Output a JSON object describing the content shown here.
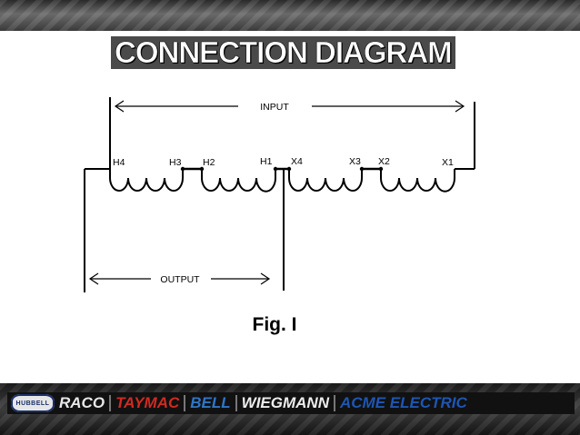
{
  "slide": {
    "title": "CONNECTION DIAGRAM"
  },
  "diagram": {
    "input_label": "INPUT",
    "output_label": "OUTPUT",
    "figure_caption": "Fig. I",
    "terminals": {
      "h4": "H4",
      "h3": "H3",
      "h2": "H2",
      "h1": "H1",
      "x4": "X4",
      "x3": "X3",
      "x2": "X2",
      "x1": "X1"
    }
  },
  "footer": {
    "hubbell_logo_text": "HUBBELL",
    "brands": [
      "RACO",
      "TAYMAC",
      "BELL",
      "WIEGMANN",
      "ACME ELECTRIC"
    ]
  }
}
